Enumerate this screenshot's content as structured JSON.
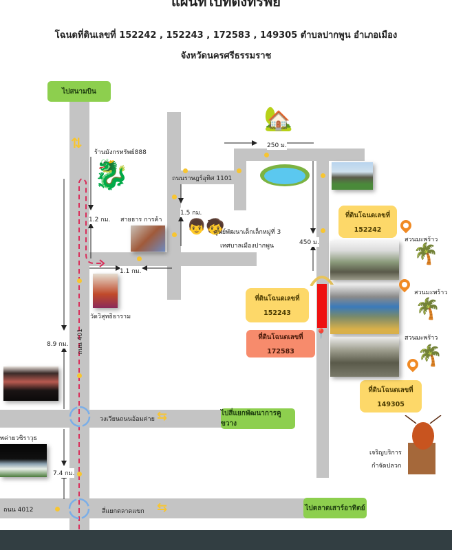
{
  "header": {
    "title": "แผนที่ไปที่ตั้งทรัพย์",
    "subtitle_line1": "โฉนดที่ดินเลขที่ 152242 , 152243 , 172583 , 149305 ตำบลปากพูน อำเภอเมือง",
    "subtitle_line2": "จังหวัดนครศรีธรรมราช"
  },
  "destinations": {
    "airport": "ไปสนามบิน",
    "junction_phatthanakan": "ไปสี่แยกพัฒนาการคูขวาง",
    "market_sao_athit": "ไปตลาดเสาร์อาทิตย์"
  },
  "roads": {
    "road_401": "ถนน 401",
    "road_4012": "ถนน 4012",
    "road_1101": "ถนนราษฎร์อุทิศ 1101",
    "roundabout_camp": "วงเวียนถนนอ้อมค่าย",
    "junction_market": "สี่แยกตลาดแขก"
  },
  "landmarks": {
    "dragon_shop": "ร้านมังกรทรัพย์888",
    "grocery": "สายธาร การค้า",
    "childcare_line1": "ศูนย์พัฒนาเด็กเล็กหมู่ที่ 3",
    "childcare_line2": "เทศบาลเมืองปากพูน",
    "temple": "วัดวิสุทธิยาราม",
    "camp": "พค่ายวชิราวุธ",
    "coconut": "สวนมะพร้าว",
    "termite_line1": "เจริญบริการ",
    "termite_line2": "กำจัดปลวก"
  },
  "distances": {
    "d_250m": "250 ม.",
    "d_1_2km": "1.2 กม.",
    "d_1_5km": "1.5 กม.",
    "d_1_1km": "1.1 กม.",
    "d_450m": "450 ม.",
    "d_8_9km": "8.9 กม.",
    "d_7_4km": "7.4 กม."
  },
  "plots": [
    {
      "label": "ที่ดินโฉนดเลขที่",
      "number": "152242"
    },
    {
      "label": "ที่ดินโฉนดเลขที่",
      "number": "152243"
    },
    {
      "label": "ที่ดินโฉนดเลขที่",
      "number": "172583"
    },
    {
      "label": "ที่ดินโฉนดเลขที่",
      "number": "149305"
    }
  ],
  "colors": {
    "road": "#c4c4c4",
    "destination_green": "#8dcf4e",
    "plot_yellow": "#fdd869",
    "plot_salmon": "#f78b6c",
    "marker_red": "#ee1111",
    "pin_orange": "#f08a24",
    "footer": "#323e42"
  }
}
